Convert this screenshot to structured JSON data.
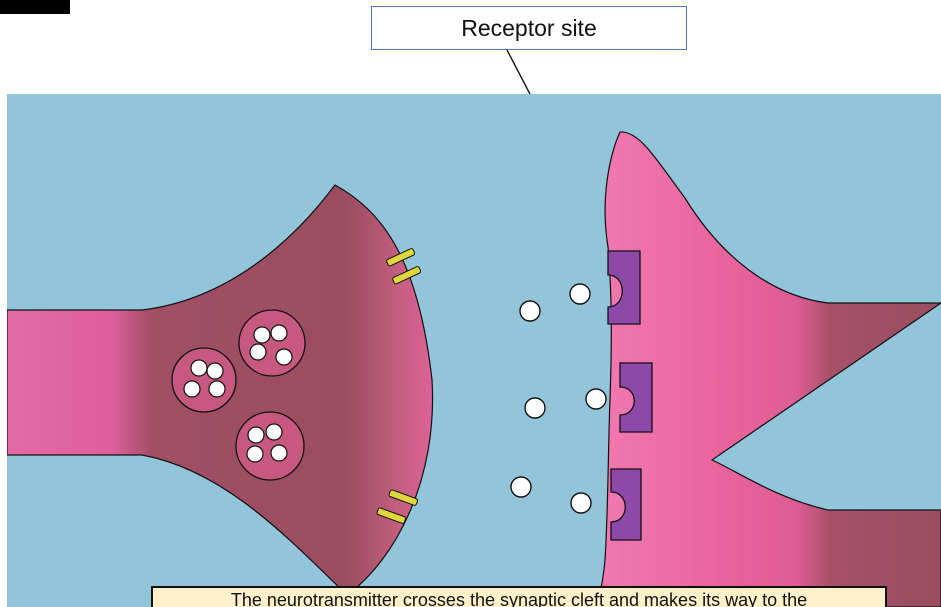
{
  "labels": {
    "receptor_site": "Receptor site"
  },
  "caption": {
    "text": "The neurotransmitter crosses the synaptic cleft and makes its way to the"
  },
  "colors": {
    "background": "#93c5da",
    "presynaptic": "#9c4e60",
    "presynaptic_highlight": "#e46aa5",
    "postsynaptic": "#e8629c",
    "receptor": "#8c49a8",
    "channel": "#ddd63c",
    "caption_background": "#fdf0cb",
    "label_border": "#4f79ac"
  },
  "icons": {
    "vesicle": "vesicle-circle",
    "neurotransmitter": "neurotransmitter-dot",
    "receptor": "receptor-bracket"
  }
}
